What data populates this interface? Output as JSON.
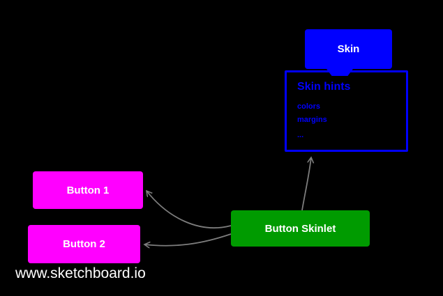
{
  "canvas": {
    "background_color": "#000000"
  },
  "nodes": {
    "skin": {
      "label": "Skin",
      "fill_color": "#0000ff",
      "text_color": "#ffffff"
    },
    "skin_hints": {
      "title": "Skin hints",
      "items": [
        "colors",
        "margins",
        "..."
      ],
      "border_color": "#0000ff",
      "text_color": "#0000ff"
    },
    "button1": {
      "label": "Button 1",
      "fill_color": "#ff00ff",
      "text_color": "#ffffff"
    },
    "button2": {
      "label": "Button 2",
      "fill_color": "#ff00ff",
      "text_color": "#ffffff"
    },
    "button_skinlet": {
      "label": "Button Skinlet",
      "fill_color": "#009b00",
      "text_color": "#ffffff"
    }
  },
  "connectors": {
    "color": "#7d7d7d",
    "list": [
      {
        "from": "button_skinlet",
        "to": "button1"
      },
      {
        "from": "button_skinlet",
        "to": "button2"
      },
      {
        "from": "button_skinlet",
        "to": "skin_hints"
      }
    ]
  },
  "watermark": {
    "text": "www.sketchboard.io"
  }
}
